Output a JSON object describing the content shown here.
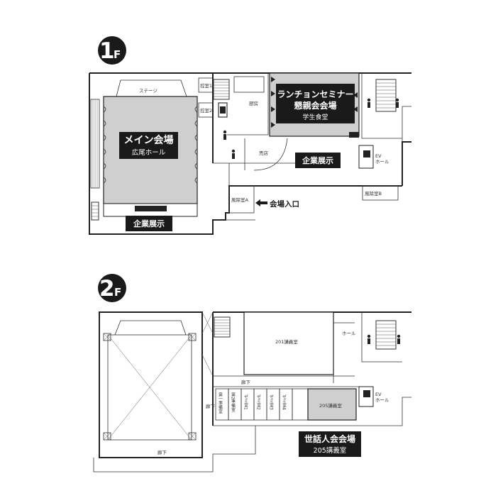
{
  "floor1": {
    "badge_num": "1",
    "badge_suffix": "F",
    "main_hall": {
      "title": "メイン会場",
      "sub": "広尾ホール"
    },
    "stage": "ステージ",
    "lunch": {
      "line1": "ランチョンセミナー",
      "line2": "懇親会会場",
      "sub": "学生食堂"
    },
    "kitchen": "厨房",
    "shop": "売店",
    "expo_right": "企業展示",
    "expo_bottom": "企業展示",
    "ev_hall": {
      "line1": "EV",
      "line2": "ホール"
    },
    "entrance": "会場入口",
    "windbreak_a": "風除室A",
    "windbreak_b": "風除室B",
    "waiting1": "控室1",
    "waiting2": "控室2"
  },
  "floor2": {
    "badge_num": "2",
    "badge_suffix": "F",
    "room201": "201講義室",
    "hall": "ホール",
    "corridor_top": "廊下",
    "corridor_side": "廊下",
    "corridor_bottom": "廊下",
    "prep1": "第一準備室",
    "prep2": "第2準備室",
    "seminar1": "ゼミ室1",
    "seminar2": "ゼミ室2",
    "seminar3": "ゼミ室3",
    "seminar4": "ゼミ室4",
    "room205": "205講義室",
    "ev_hall": {
      "line1": "EV",
      "line2": "ホール"
    },
    "highlight": {
      "title": "世話人会会場",
      "sub": "205講義室"
    }
  },
  "colors": {
    "room_fill": "#cfcfcf",
    "label_bg": "#1a1a1a",
    "label_text": "#ffffff"
  },
  "icons": [
    "arrow-left-icon",
    "restroom-male-icon",
    "restroom-female-icon",
    "elevator-icon",
    "stairs-icon"
  ]
}
